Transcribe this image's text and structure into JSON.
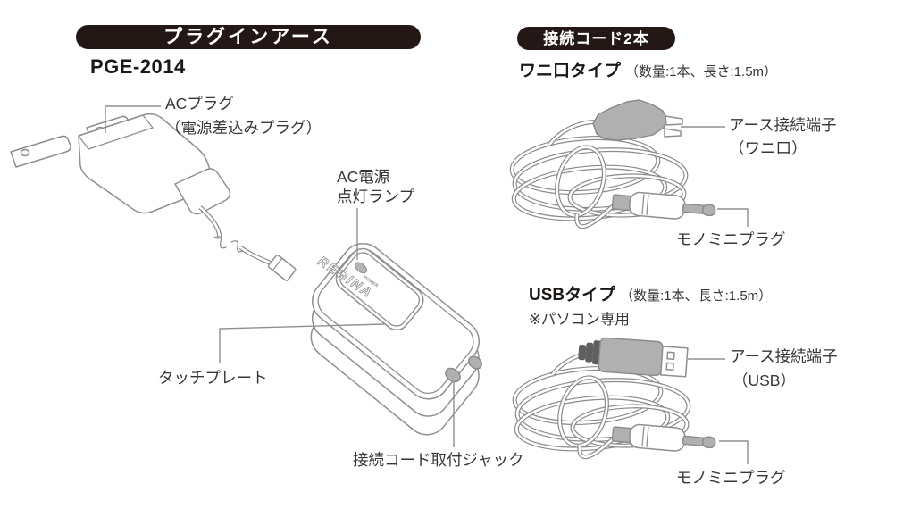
{
  "colors": {
    "ink": "#231815",
    "label_text": "#3a3633",
    "line_gray": "#8f8f8f",
    "part_gray": "#b0b0b0"
  },
  "plug_in_earth": {
    "badge": "プラグインアース",
    "model": "PGE-2014",
    "ac_plug_label": [
      "ACプラグ",
      "（電源差込みプラグ）"
    ],
    "power_lamp_label": [
      "AC電源",
      "点灯ランプ"
    ],
    "touch_plate_label": "タッチプレート",
    "jack_label": "接続コード取付ジャック",
    "device": {
      "brand": "REGINA",
      "lamp_text": "POWER"
    }
  },
  "cords": {
    "badge": "接続コード2本",
    "crocodile": {
      "type_name": "ワニ口タイプ",
      "spec": "（数量:1本、長さ:1.5m）",
      "terminal_label": [
        "アース接続端子",
        "（ワニ口）"
      ],
      "plug_label": "モノミニプラグ"
    },
    "usb": {
      "type_name": "USBタイプ",
      "spec": "（数量:1本、長さ:1.5m）",
      "note": "※パソコン専用",
      "terminal_label": [
        "アース接続端子",
        "（USB）"
      ],
      "plug_label": "モノミニプラグ"
    }
  }
}
